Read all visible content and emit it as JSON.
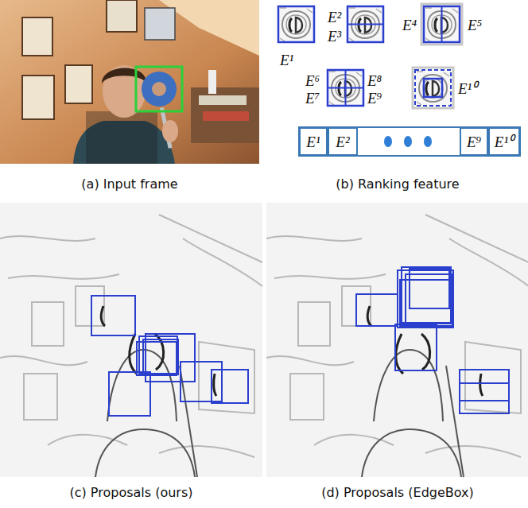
{
  "diagram": {
    "nodes": [
      {
        "text": [
          "E¹"
        ]
      },
      {
        "text": [
          "E²"
        ]
      },
      {
        "text": [
          "E⁹"
        ]
      },
      {
        "text": [
          "E¹⁰"
        ]
      }
    ],
    "labels": [
      "E¹",
      "E²",
      "E³",
      "E⁴",
      "E⁵",
      "E⁶",
      "E⁷",
      "E⁸",
      "E⁹",
      "E¹⁰",
      "(a) Input frame",
      "(b) Ranking feature",
      "(c) Proposals (ours)",
      "(d) Proposals (EdgeBox)"
    ]
  }
}
